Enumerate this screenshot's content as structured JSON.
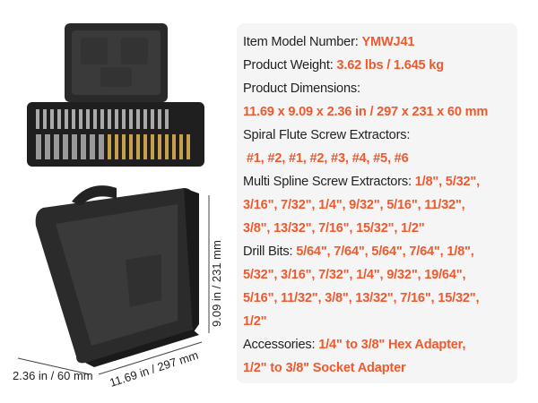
{
  "specs": {
    "model_label": "Item Model Number: ",
    "model_value": "YMWJ41",
    "weight_label": "Product Weight: ",
    "weight_value": "3.62 lbs / 1.645 kg",
    "dimensions_label": "Product Dimensions:",
    "dimensions_value": "11.69 x 9.09 x 2.36 in / 297 x 231 x 60 mm",
    "spiral_label": "Spiral Flute Screw Extractors:",
    "spiral_value": " #1, #2, #1, #2, #3, #4, #5, #6",
    "spline_label": "Multi Spline Screw Extractors: ",
    "spline_value_1": "1/8\", 5/32\",",
    "spline_value_2": "3/16\", 7/32\", 1/4\", 9/32\", 5/16\", 11/32\",",
    "spline_value_3": "3/8\", 13/32\", 7/16\", 15/32\", 1/2\"",
    "drill_label": "Drill Bits: ",
    "drill_value_1": "5/64\", 7/64\", 5/64\", 7/64\", 1/8\",",
    "drill_value_2": "5/32\", 3/16\", 7/32\", 1/4\", 9/32\", 19/64\",",
    "drill_value_3": "5/16\", 11/32\", 3/8\", 13/32\", 7/16\", 15/32\",",
    "drill_value_4": "1/2\"",
    "accessories_label": "Accessories: ",
    "accessories_value_1": "1/4\" to 3/8\" Hex Adapter,",
    "accessories_value_2": "1/2\" to 3/8\" Socket Adapter"
  },
  "dimensions_diagram": {
    "height": "9.09 in / 231 mm",
    "width": "11.69 in / 297 mm",
    "depth": "2.36 in / 60 mm"
  },
  "colors": {
    "accent": "#ee5a2e",
    "panel": "#f5f5f5"
  }
}
